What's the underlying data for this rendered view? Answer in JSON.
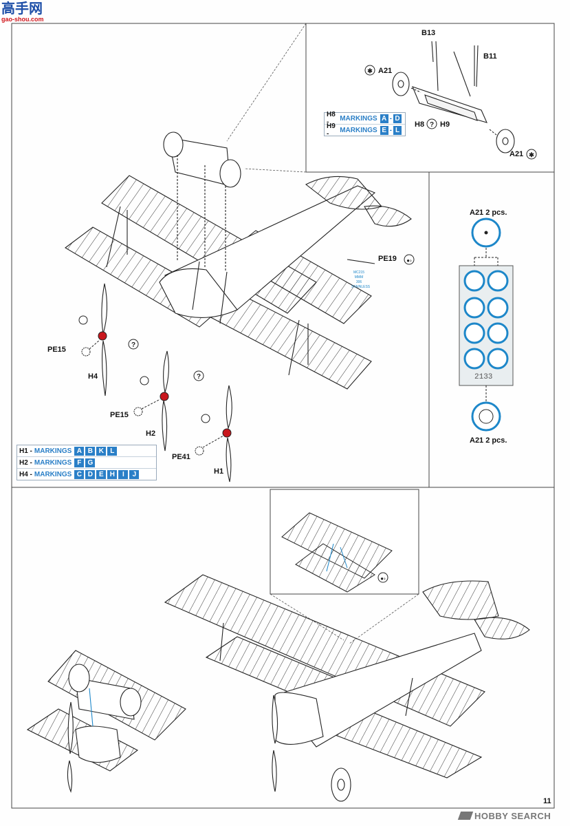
{
  "logo": {
    "text": "高手网",
    "url_text": "gao-shou.com"
  },
  "page_number": "11",
  "watermark": "HOBBY SEARCH",
  "detail_parts": {
    "b13": "B13",
    "b11": "B11",
    "a21_top": "A21",
    "a21_bottom": "A21",
    "h8_h9": "H8",
    "h9": "H9"
  },
  "h8h9_table": [
    {
      "id": "H8 -",
      "word": "MARKINGS",
      "codes": [
        "A",
        "D"
      ]
    },
    {
      "id": "H9 -",
      "word": "MARKINGS",
      "codes": [
        "E",
        "L"
      ]
    }
  ],
  "pe_sheet": {
    "label_top": "A21  2 pcs.",
    "label_bottom": "A21  2 pcs.",
    "sheet_number": "2133"
  },
  "parts": {
    "pe19": "PE19",
    "pe15_a": "PE15",
    "pe15_b": "PE15",
    "pe41": "PE41",
    "h4": "H4",
    "h2": "H2",
    "h1": "H1",
    "mc_tag_1": "MC215",
    "mc_tag_2": "MMM",
    "mc_tag_3": "306",
    "mc_tag_4": "STAINLESS"
  },
  "prop_table": [
    {
      "id": "H1 -",
      "word": "MARKINGS",
      "codes": [
        "A",
        "B",
        "K",
        "L"
      ]
    },
    {
      "id": "H2 -",
      "word": "MARKINGS",
      "codes": [
        "F",
        "G"
      ]
    },
    {
      "id": "H4 -",
      "word": "MARKINGS",
      "codes": [
        "C",
        "D",
        "E",
        "H",
        "I",
        "J"
      ]
    }
  ],
  "colors": {
    "accent_blue": "#2a7fc7",
    "red_part": "#c8171d",
    "line": "#222222"
  }
}
